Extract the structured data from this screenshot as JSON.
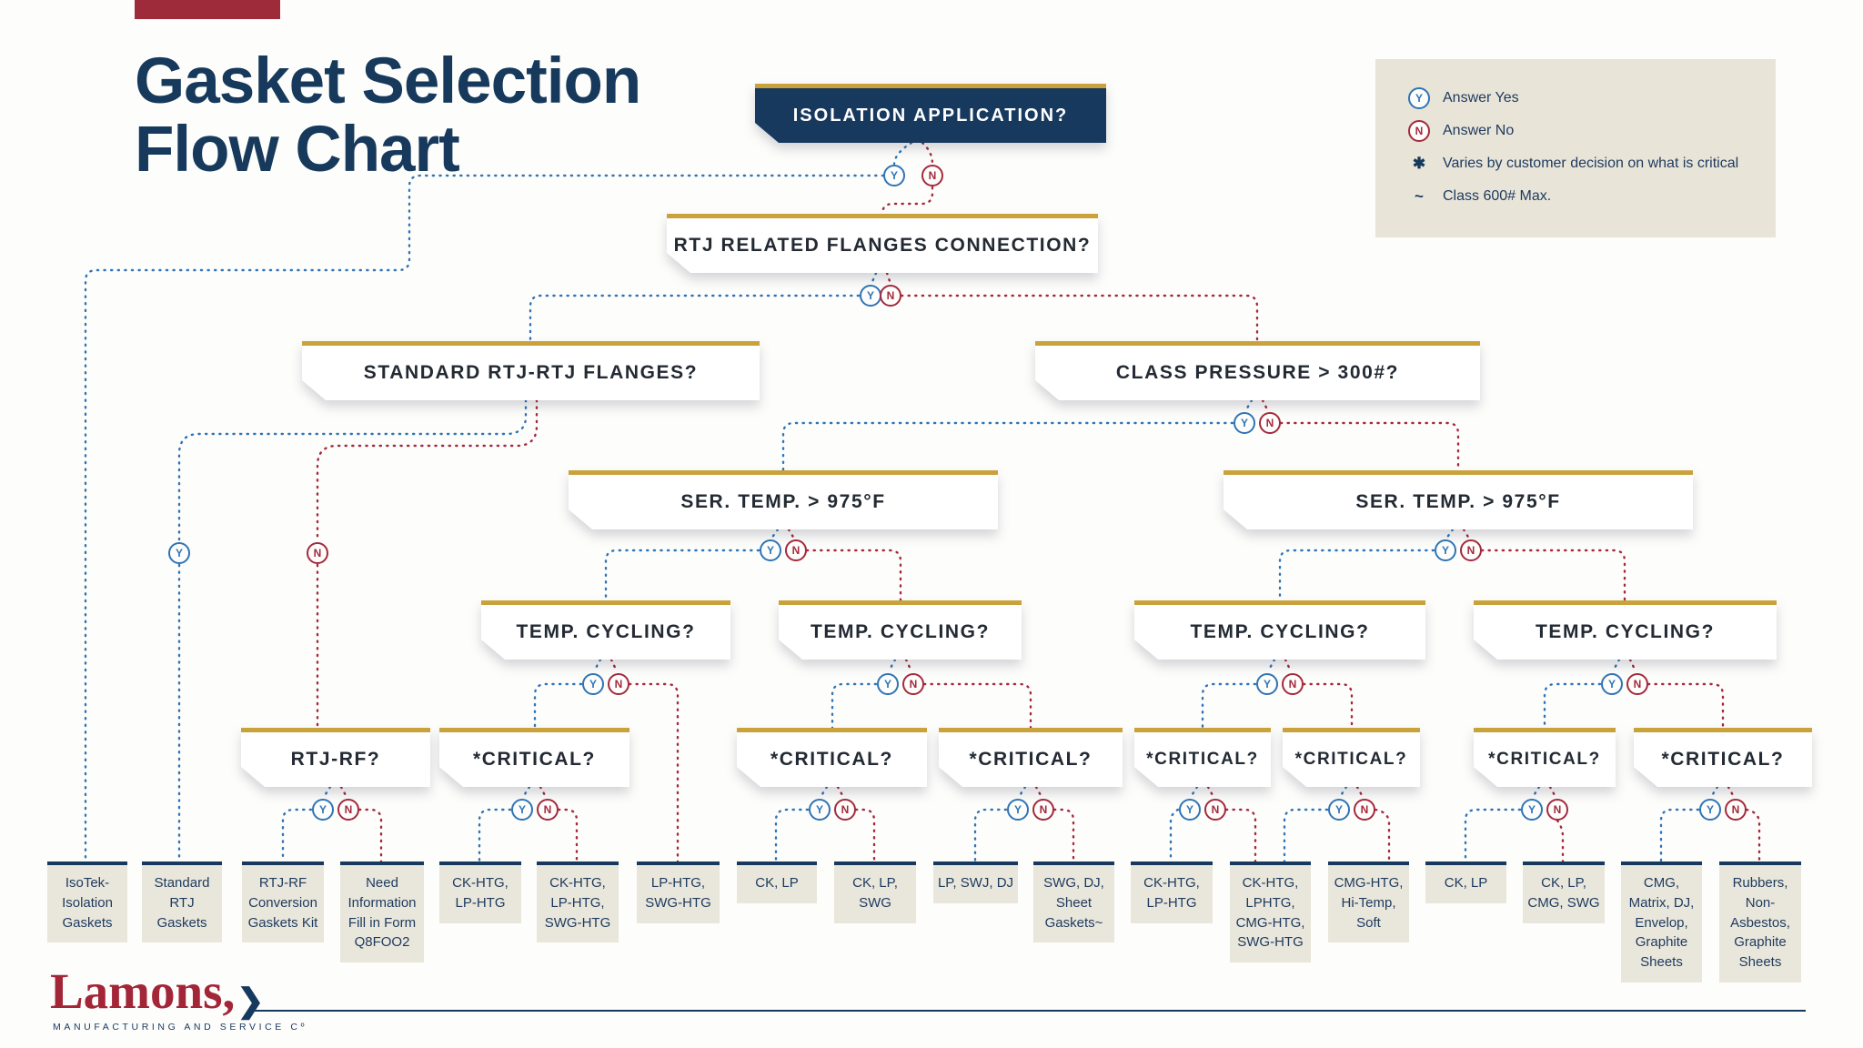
{
  "title": {
    "line1": "Gasket Selection",
    "line2": "Flow Chart"
  },
  "legend": {
    "items": [
      {
        "symbol": "Y",
        "type": "yes-circle",
        "label": "Answer Yes"
      },
      {
        "symbol": "N",
        "type": "no-circle",
        "label": "Answer No"
      },
      {
        "symbol": "✱",
        "type": "asterisk",
        "label": "Varies by customer decision on what is critical"
      },
      {
        "symbol": "~",
        "type": "tilde",
        "label": "Class 600# Max."
      }
    ]
  },
  "branch_labels": {
    "yes": "Y",
    "no": "N"
  },
  "nodes": {
    "root": {
      "label": "ISOLATION APPLICATION?"
    },
    "rtj_connection": {
      "label": "RTJ RELATED FLANGES CONNECTION?"
    },
    "standard_rtj": {
      "label": "STANDARD RTJ-RTJ FLANGES?"
    },
    "class_pressure": {
      "label": "CLASS PRESSURE > 300#?"
    },
    "ser_temp_left": {
      "label": "SER. TEMP. > 975°F"
    },
    "ser_temp_right": {
      "label": "SER. TEMP. > 975°F"
    },
    "temp_cycling_1": {
      "label": "TEMP. CYCLING?"
    },
    "temp_cycling_2": {
      "label": "TEMP. CYCLING?"
    },
    "temp_cycling_3": {
      "label": "TEMP. CYCLING?"
    },
    "temp_cycling_4": {
      "label": "TEMP. CYCLING?"
    },
    "rtj_rf": {
      "label": "RTJ-RF?"
    },
    "critical_1": {
      "label": "*CRITICAL?"
    },
    "critical_2": {
      "label": "*CRITICAL?"
    },
    "critical_3": {
      "label": "*CRITICAL?"
    },
    "critical_4": {
      "label": "*CRITICAL?"
    },
    "critical_5": {
      "label": "*CRITICAL?"
    },
    "critical_6": {
      "label": "*CRITICAL?"
    },
    "critical_7": {
      "label": "*CRITICAL?"
    }
  },
  "leaves": [
    {
      "label": "IsoTek-Isolation Gaskets"
    },
    {
      "label": "Standard RTJ Gaskets"
    },
    {
      "label": "RTJ-RF Conversion Gaskets Kit"
    },
    {
      "label": "Need Information Fill in Form Q8FOO2"
    },
    {
      "label": "CK-HTG, LP-HTG"
    },
    {
      "label": "CK-HTG, LP-HTG, SWG-HTG"
    },
    {
      "label": "LP-HTG, SWG-HTG"
    },
    {
      "label": "CK, LP"
    },
    {
      "label": "CK, LP, SWG"
    },
    {
      "label": "LP, SWJ, DJ"
    },
    {
      "label": "SWG, DJ, Sheet Gaskets~"
    },
    {
      "label": "CK-HTG, LP-HTG"
    },
    {
      "label": "CK-HTG, LPHTG, CMG-HTG, SWG-HTG"
    },
    {
      "label": "CMG-HTG, Hi-Temp, Soft"
    },
    {
      "label": "CK, LP"
    },
    {
      "label": "CK, LP, CMG, SWG"
    },
    {
      "label": "CMG, Matrix, DJ, Envelop, Graphite Sheets"
    },
    {
      "label": "Rubbers, Non-Asbestos, Graphite Sheets"
    }
  ],
  "flow": {
    "edges": [
      {
        "from": "root",
        "answer": "Y",
        "to": "leaf_1"
      },
      {
        "from": "root",
        "answer": "N",
        "to": "rtj_connection"
      },
      {
        "from": "rtj_connection",
        "answer": "Y",
        "to": "standard_rtj"
      },
      {
        "from": "rtj_connection",
        "answer": "N",
        "to": "class_pressure"
      },
      {
        "from": "standard_rtj",
        "answer": "Y",
        "to": "leaf_2"
      },
      {
        "from": "standard_rtj",
        "answer": "N",
        "to": "rtj_rf"
      },
      {
        "from": "rtj_rf",
        "answer": "Y",
        "to": "leaf_3"
      },
      {
        "from": "rtj_rf",
        "answer": "N",
        "to": "leaf_4"
      },
      {
        "from": "class_pressure",
        "answer": "Y",
        "to": "ser_temp_left"
      },
      {
        "from": "class_pressure",
        "answer": "N",
        "to": "ser_temp_right"
      },
      {
        "from": "ser_temp_left",
        "answer": "Y",
        "to": "temp_cycling_1"
      },
      {
        "from": "ser_temp_left",
        "answer": "N",
        "to": "temp_cycling_2"
      },
      {
        "from": "temp_cycling_1",
        "answer": "Y",
        "to": "critical_1"
      },
      {
        "from": "temp_cycling_1",
        "answer": "N",
        "to": "leaf_7"
      },
      {
        "from": "critical_1",
        "answer": "Y",
        "to": "leaf_5"
      },
      {
        "from": "critical_1",
        "answer": "N",
        "to": "leaf_6"
      },
      {
        "from": "temp_cycling_2",
        "answer": "Y",
        "to": "critical_2"
      },
      {
        "from": "temp_cycling_2",
        "answer": "N",
        "to": "critical_3"
      },
      {
        "from": "critical_2",
        "answer": "Y",
        "to": "leaf_8"
      },
      {
        "from": "critical_2",
        "answer": "N",
        "to": "leaf_9"
      },
      {
        "from": "critical_3",
        "answer": "Y",
        "to": "leaf_10"
      },
      {
        "from": "critical_3",
        "answer": "N",
        "to": "leaf_11"
      },
      {
        "from": "ser_temp_right",
        "answer": "Y",
        "to": "temp_cycling_3"
      },
      {
        "from": "ser_temp_right",
        "answer": "N",
        "to": "temp_cycling_4"
      },
      {
        "from": "temp_cycling_3",
        "answer": "Y",
        "to": "critical_4"
      },
      {
        "from": "temp_cycling_3",
        "answer": "N",
        "to": "critical_5"
      },
      {
        "from": "critical_4",
        "answer": "Y",
        "to": "leaf_12"
      },
      {
        "from": "critical_4",
        "answer": "N",
        "to": "leaf_13"
      },
      {
        "from": "critical_5",
        "answer": "Y",
        "to": "leaf_13"
      },
      {
        "from": "critical_5",
        "answer": "N",
        "to": "leaf_14"
      },
      {
        "from": "temp_cycling_4",
        "answer": "Y",
        "to": "critical_6"
      },
      {
        "from": "temp_cycling_4",
        "answer": "N",
        "to": "critical_7"
      },
      {
        "from": "critical_6",
        "answer": "Y",
        "to": "leaf_15"
      },
      {
        "from": "critical_6",
        "answer": "N",
        "to": "leaf_16"
      },
      {
        "from": "critical_7",
        "answer": "Y",
        "to": "leaf_17"
      },
      {
        "from": "critical_7",
        "answer": "N",
        "to": "leaf_18"
      }
    ]
  },
  "logo": {
    "name": "Lamons,",
    "arrow": "❯",
    "tagline": "MANUFACTURING AND SERVICE Cº"
  },
  "colors": {
    "navy": "#17395e",
    "red": "#9e2b39",
    "gold": "#c9a23c",
    "yes_blue": "#2f74b5",
    "no_red": "#a4293c",
    "leaf_bg": "#e9e6db",
    "legend_bg": "#e8e4d8"
  }
}
